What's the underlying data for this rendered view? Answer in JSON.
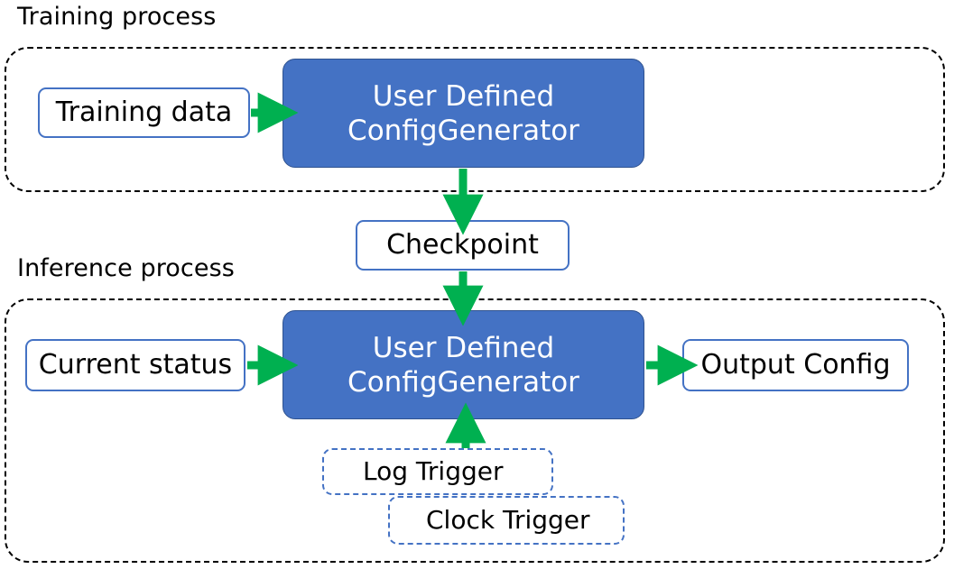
{
  "diagram": {
    "title_training": "Training process",
    "title_inference": "Inference process",
    "colors": {
      "process_fill": "#4472C4",
      "process_stroke": "#2F528F",
      "node_stroke": "#4472C4",
      "arrow": "#00B050",
      "group_stroke": "#000000",
      "trigger_stroke": "#4472C4",
      "text_dark": "#000000",
      "text_light": "#FFFFFF"
    }
  },
  "training": {
    "group_label": "Training process",
    "input_node": "Training data",
    "process_line1": "User Defined",
    "process_line2": "ConfigGenerator"
  },
  "bridge": {
    "checkpoint": "Checkpoint"
  },
  "inference": {
    "group_label": "Inference process",
    "input_node": "Current status",
    "process_line1": "User Defined",
    "process_line2": "ConfigGenerator",
    "output_node": "Output Config",
    "triggers": [
      {
        "label": "Log Trigger"
      },
      {
        "label": "Clock Trigger"
      }
    ]
  },
  "edges": [
    {
      "name": "training-data-to-generator",
      "direction": "right"
    },
    {
      "name": "training-generator-to-checkpoint",
      "direction": "down"
    },
    {
      "name": "checkpoint-to-inference-generator",
      "direction": "down"
    },
    {
      "name": "current-status-to-generator",
      "direction": "right"
    },
    {
      "name": "generator-to-output-config",
      "direction": "right"
    },
    {
      "name": "log-trigger-to-generator",
      "direction": "up"
    }
  ]
}
